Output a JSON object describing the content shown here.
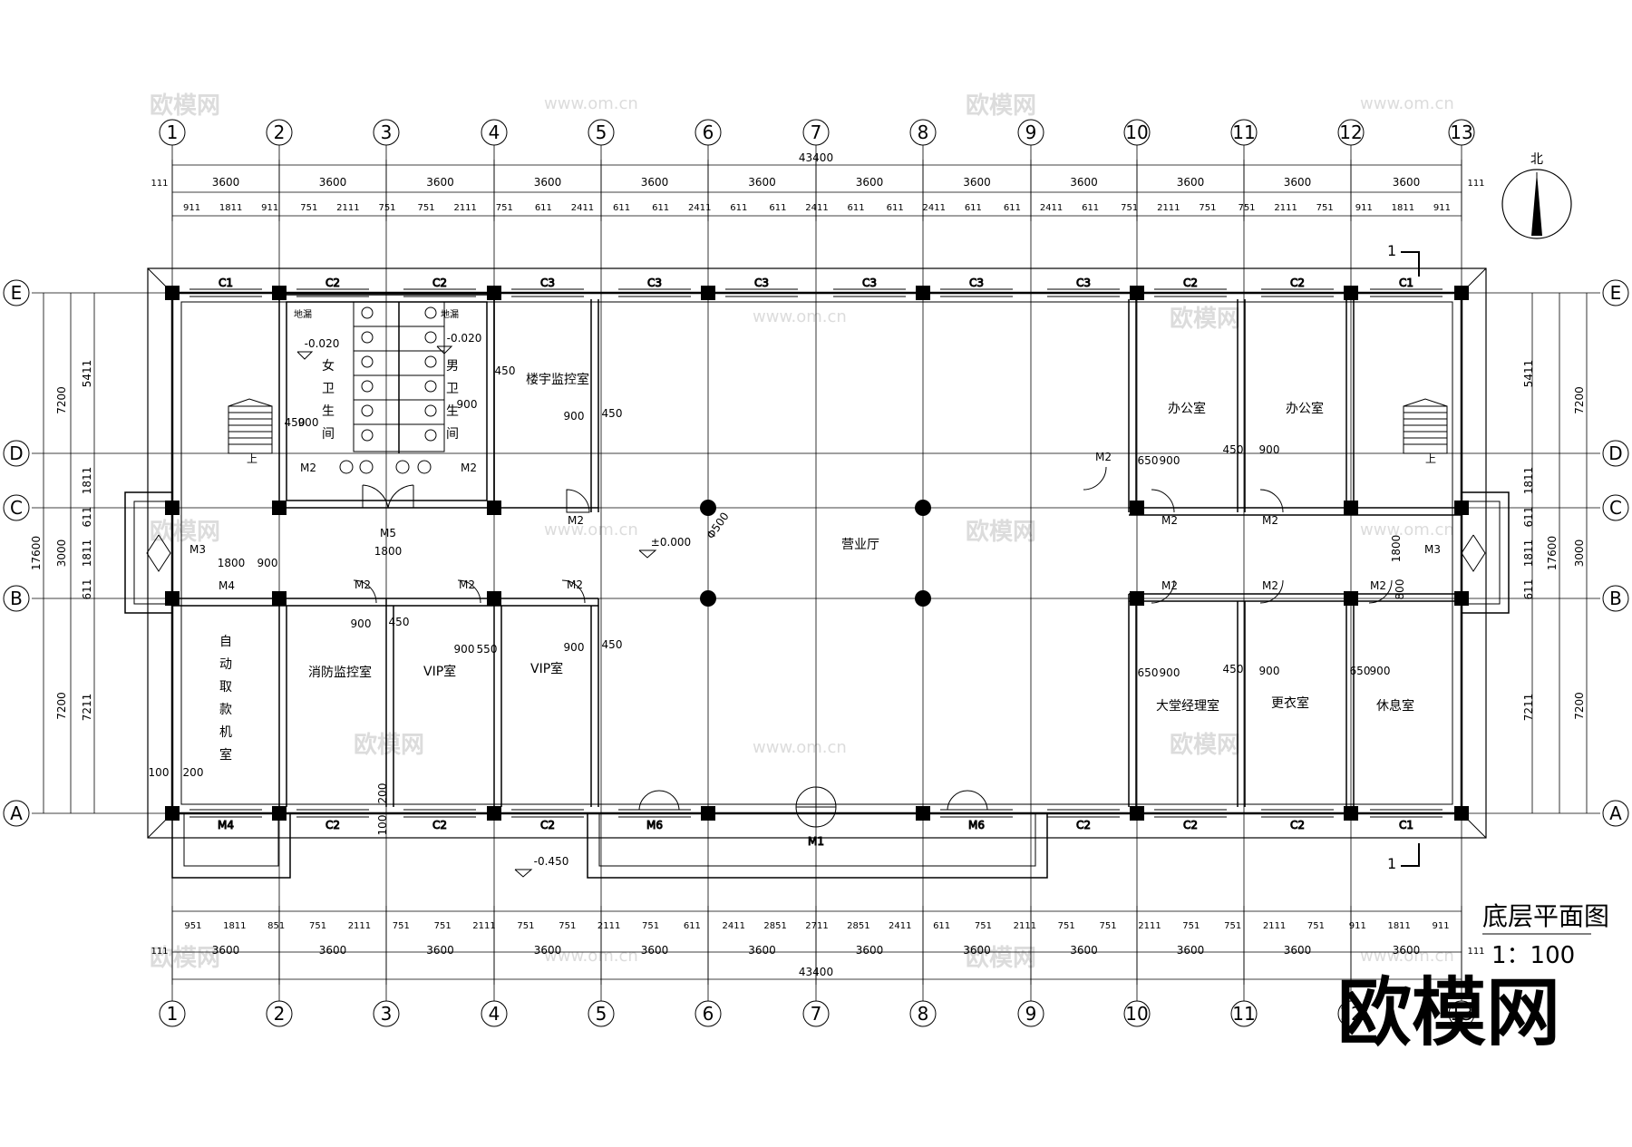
{
  "axes": {
    "columns": [
      "1",
      "2",
      "3",
      "4",
      "5",
      "6",
      "7",
      "8",
      "9",
      "10",
      "11",
      "12",
      "13"
    ],
    "rows": [
      "E",
      "D",
      "C",
      "B",
      "A"
    ]
  },
  "dimensions": {
    "total": "43400",
    "bays": [
      "3600",
      "3600",
      "3600",
      "3600",
      "3600",
      "3600",
      "3600",
      "3600",
      "3600",
      "3600",
      "3600",
      "3600"
    ],
    "left_total": "17600",
    "left_rows": [
      "7200",
      "3000",
      "7200"
    ],
    "right_rows": [
      "7200",
      "3000",
      "7200"
    ],
    "left_sub": [
      "5411",
      "1811",
      "611",
      "1811",
      "611",
      "7211"
    ],
    "edge": "111",
    "top_details": [
      "911",
      "1811",
      "911",
      "751",
      "2111",
      "751",
      "751",
      "2111",
      "751",
      "611",
      "2411",
      "611",
      "611",
      "2411",
      "611",
      "611",
      "2411",
      "611",
      "611",
      "2411",
      "611",
      "611",
      "2411",
      "611",
      "751",
      "2111",
      "751",
      "751",
      "2111",
      "751",
      "911",
      "1811",
      "911"
    ],
    "bottom_details": [
      "951",
      "1811",
      "851",
      "751",
      "2111",
      "751",
      "751",
      "2111",
      "751",
      "751",
      "2111",
      "751",
      "611",
      "2411",
      "2851",
      "2711",
      "2851",
      "2411",
      "611",
      "751",
      "2111",
      "751",
      "751",
      "2111",
      "751",
      "751",
      "2111",
      "751",
      "911",
      "1811",
      "911"
    ]
  },
  "windows_top": [
    "C1",
    "C2",
    "C2",
    "C3",
    "C3",
    "C3",
    "C3",
    "C3",
    "C3",
    "C2",
    "C2",
    "C1"
  ],
  "windows_bottom": [
    "M4",
    "C2",
    "C2",
    "C2",
    "M6",
    "M1",
    "M6",
    "C2",
    "C2",
    "C2",
    "C1"
  ],
  "doors": [
    "M2",
    "M2",
    "M2",
    "M2",
    "M2",
    "M2",
    "M2",
    "M2",
    "M2",
    "M2",
    "M2",
    "M2",
    "M3",
    "M3",
    "M4",
    "M5"
  ],
  "rooms": {
    "female_wc": [
      "女",
      "卫",
      "生",
      "间"
    ],
    "male_wc": [
      "男",
      "卫",
      "生",
      "间"
    ],
    "building_monitor": "楼宇监控室",
    "office1": "办公室",
    "office2": "办公室",
    "business_hall": "营业厅",
    "atm": [
      "自",
      "动",
      "取",
      "款",
      "机",
      "室"
    ],
    "fire_monitor": "消防监控室",
    "vip1": "VIP室",
    "vip2": "VIP室",
    "lobby_manager": "大堂经理室",
    "locker": "更衣室",
    "rest": "休息室",
    "floor_drain": "地漏",
    "stair_up": "上"
  },
  "misc_dims": [
    "450",
    "900",
    "650",
    "1800",
    "200",
    "100",
    "550",
    "Φ500",
    "800"
  ],
  "elevations": {
    "wc_f": "-0.020",
    "wc_m": "-0.020",
    "hall": "±0.000",
    "outdoor": "-0.450"
  },
  "section_mark": "1",
  "north_label": "北",
  "title": "底层平面图",
  "scale": "1：100",
  "watermark_logo": "欧模网",
  "watermark_url": "www.om.cn"
}
